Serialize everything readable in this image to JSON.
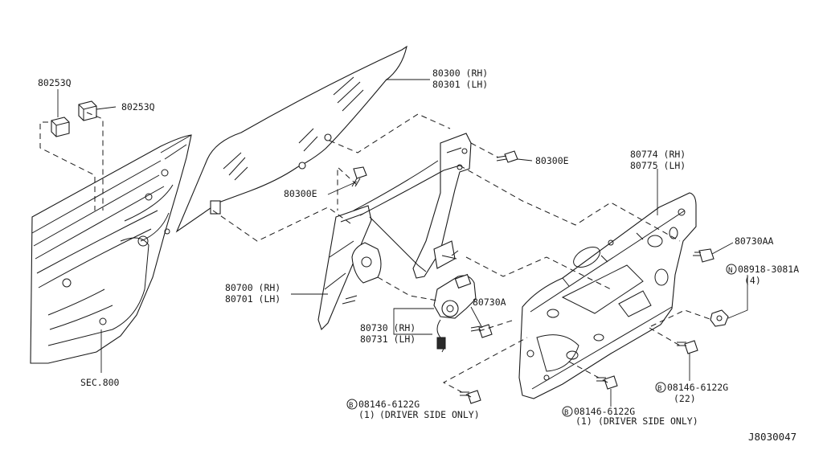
{
  "diagram_id": "J8030047",
  "labels": {
    "clip_left": "80253Q",
    "clip_right": "80253Q",
    "glass_rh": "80300 (RH)",
    "glass_lh": "80301 (LH)",
    "bolt_top": "80300E",
    "bolt_mid": "80300E",
    "panel_rh": "80774 (RH)",
    "panel_lh": "80775 (LH)",
    "bolt_aa": "80730AA",
    "nut_part": "08918-3081A",
    "nut_qty": "(4)",
    "nut_badge": "N",
    "regulator_rh": "80700 (RH)",
    "regulator_lh": "80701 (LH)",
    "bolt_a": "80730A",
    "motor_rh": "80730 (RH)",
    "motor_lh": "80731 (LH)",
    "sec": "SEC.800",
    "bolt_b22_part": "08146-6122G",
    "bolt_b22_qty": "(22)",
    "bolt_b22_badge": "B",
    "bolt_b1_part": "08146-6122G",
    "bolt_b1_qty": "(1)",
    "bolt_b1_note": "(DRIVER SIDE ONLY)",
    "bolt_b1_badge": "B",
    "bolt_b2_part": "08146-6122G",
    "bolt_b2_qty": "(1)",
    "bolt_b2_note": "(DRIVER SIDE ONLY)",
    "bolt_b2_badge": "B"
  }
}
